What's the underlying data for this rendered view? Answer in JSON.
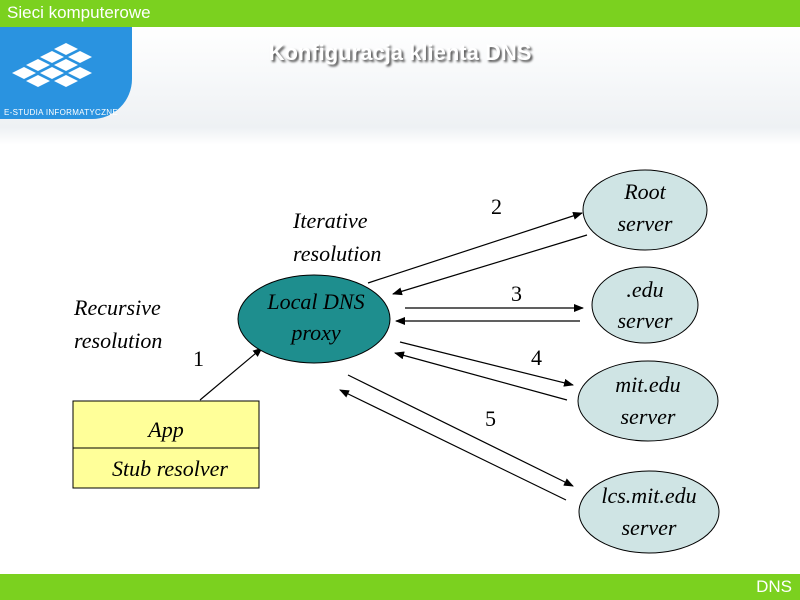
{
  "header": {
    "course_title": "Sieci komputerowe",
    "logo_text": "E-STUDIA INFORMATYCZNE"
  },
  "slide": {
    "title": "Konfiguracja klienta DNS"
  },
  "footer": {
    "section": "DNS"
  },
  "diagram": {
    "labels": {
      "iterative": [
        "Iterative",
        "resolution"
      ],
      "recursive": [
        "Recursive",
        "resolution"
      ]
    },
    "client": {
      "app": "App",
      "stub": "Stub resolver"
    },
    "proxy": [
      "Local DNS",
      "proxy"
    ],
    "servers": {
      "root": [
        "Root",
        "server"
      ],
      "edu": [
        ".edu",
        "server"
      ],
      "mit": [
        "mit.edu",
        "server"
      ],
      "lcs": [
        "lcs.mit.edu",
        "server"
      ]
    },
    "step_numbers": [
      "1",
      "2",
      "3",
      "4",
      "5"
    ],
    "colors": {
      "proxy_fill": "#1e8e8e",
      "server_fill": "#cfe4e4",
      "client_fill": "#ffff99"
    }
  }
}
